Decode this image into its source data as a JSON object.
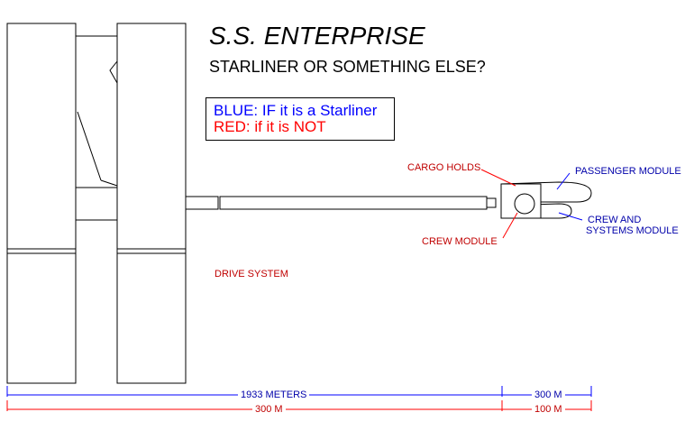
{
  "title": "S.S. ENTERPRISE",
  "subtitle": "STARLINER OR SOMETHING ELSE?",
  "legend": {
    "blue": "BLUE: IF it is a Starliner",
    "red": "RED: if it is NOT"
  },
  "labels": {
    "cargo_holds": "CARGO HOLDS",
    "passenger_module": "PASSENGER MODULE",
    "crew_and_systems_1": "CREW AND",
    "crew_and_systems_2": "SYSTEMS MODULE",
    "crew_module": "CREW MODULE",
    "drive_system": "DRIVE SYSTEM"
  },
  "dimensions": {
    "blue_main": "1933 METERS",
    "blue_front": "300 M",
    "red_main": "300 M",
    "red_front": "100 M"
  },
  "colors": {
    "blue": "#0000ff",
    "red": "#ff0000",
    "line": "#000000"
  }
}
